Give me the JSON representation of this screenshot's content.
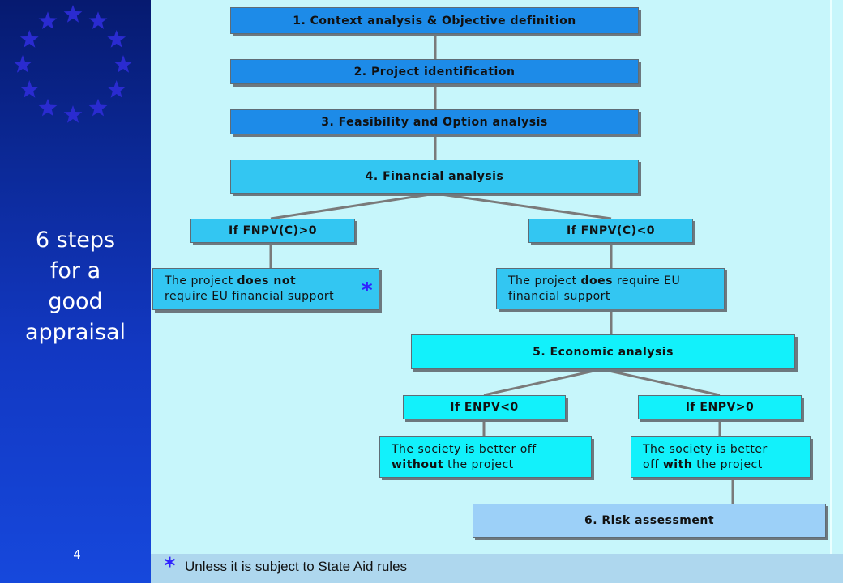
{
  "sidebar": {
    "title": "6 steps\nfor a\ngood\nappraisal",
    "page_number": "4"
  },
  "steps": {
    "s1": "1. Context analysis & Objective definition",
    "s2": "2. Project identification",
    "s3": "3. Feasibility and Option analysis",
    "s4": "4. Financial analysis",
    "s5": "5. Economic analysis",
    "s6": "6. Risk assessment"
  },
  "financial_branches": {
    "left_condition": "If FNPV(C)>0",
    "left_result": {
      "pre": "The project ",
      "bold": "does not",
      "post": "\nrequire EU financial support"
    },
    "right_condition": "If FNPV(C)<0",
    "right_result": {
      "pre": "The project ",
      "bold": "does",
      "post": " require EU\nfinancial support"
    }
  },
  "economic_branches": {
    "left_condition": "If ENPV<0",
    "left_result": {
      "pre": "The society is better off\n",
      "bold": "without",
      "post": " the project"
    },
    "right_condition": "If ENPV>0",
    "right_result": {
      "pre": "The society is better\noff ",
      "bold": "with",
      "post": " the project"
    }
  },
  "note_marker": "*",
  "footer": {
    "marker": "*",
    "text": "Unless it is subject to State Aid rules"
  },
  "colors": {
    "dark_box": "#1d8be8",
    "mid_box": "#33c6f2",
    "cyan_box": "#12f1fb",
    "pale_box": "#9cd0f8",
    "panel": "#c7f6fb",
    "stars": "#2a2bd0",
    "asterisk": "#2f22ff"
  }
}
